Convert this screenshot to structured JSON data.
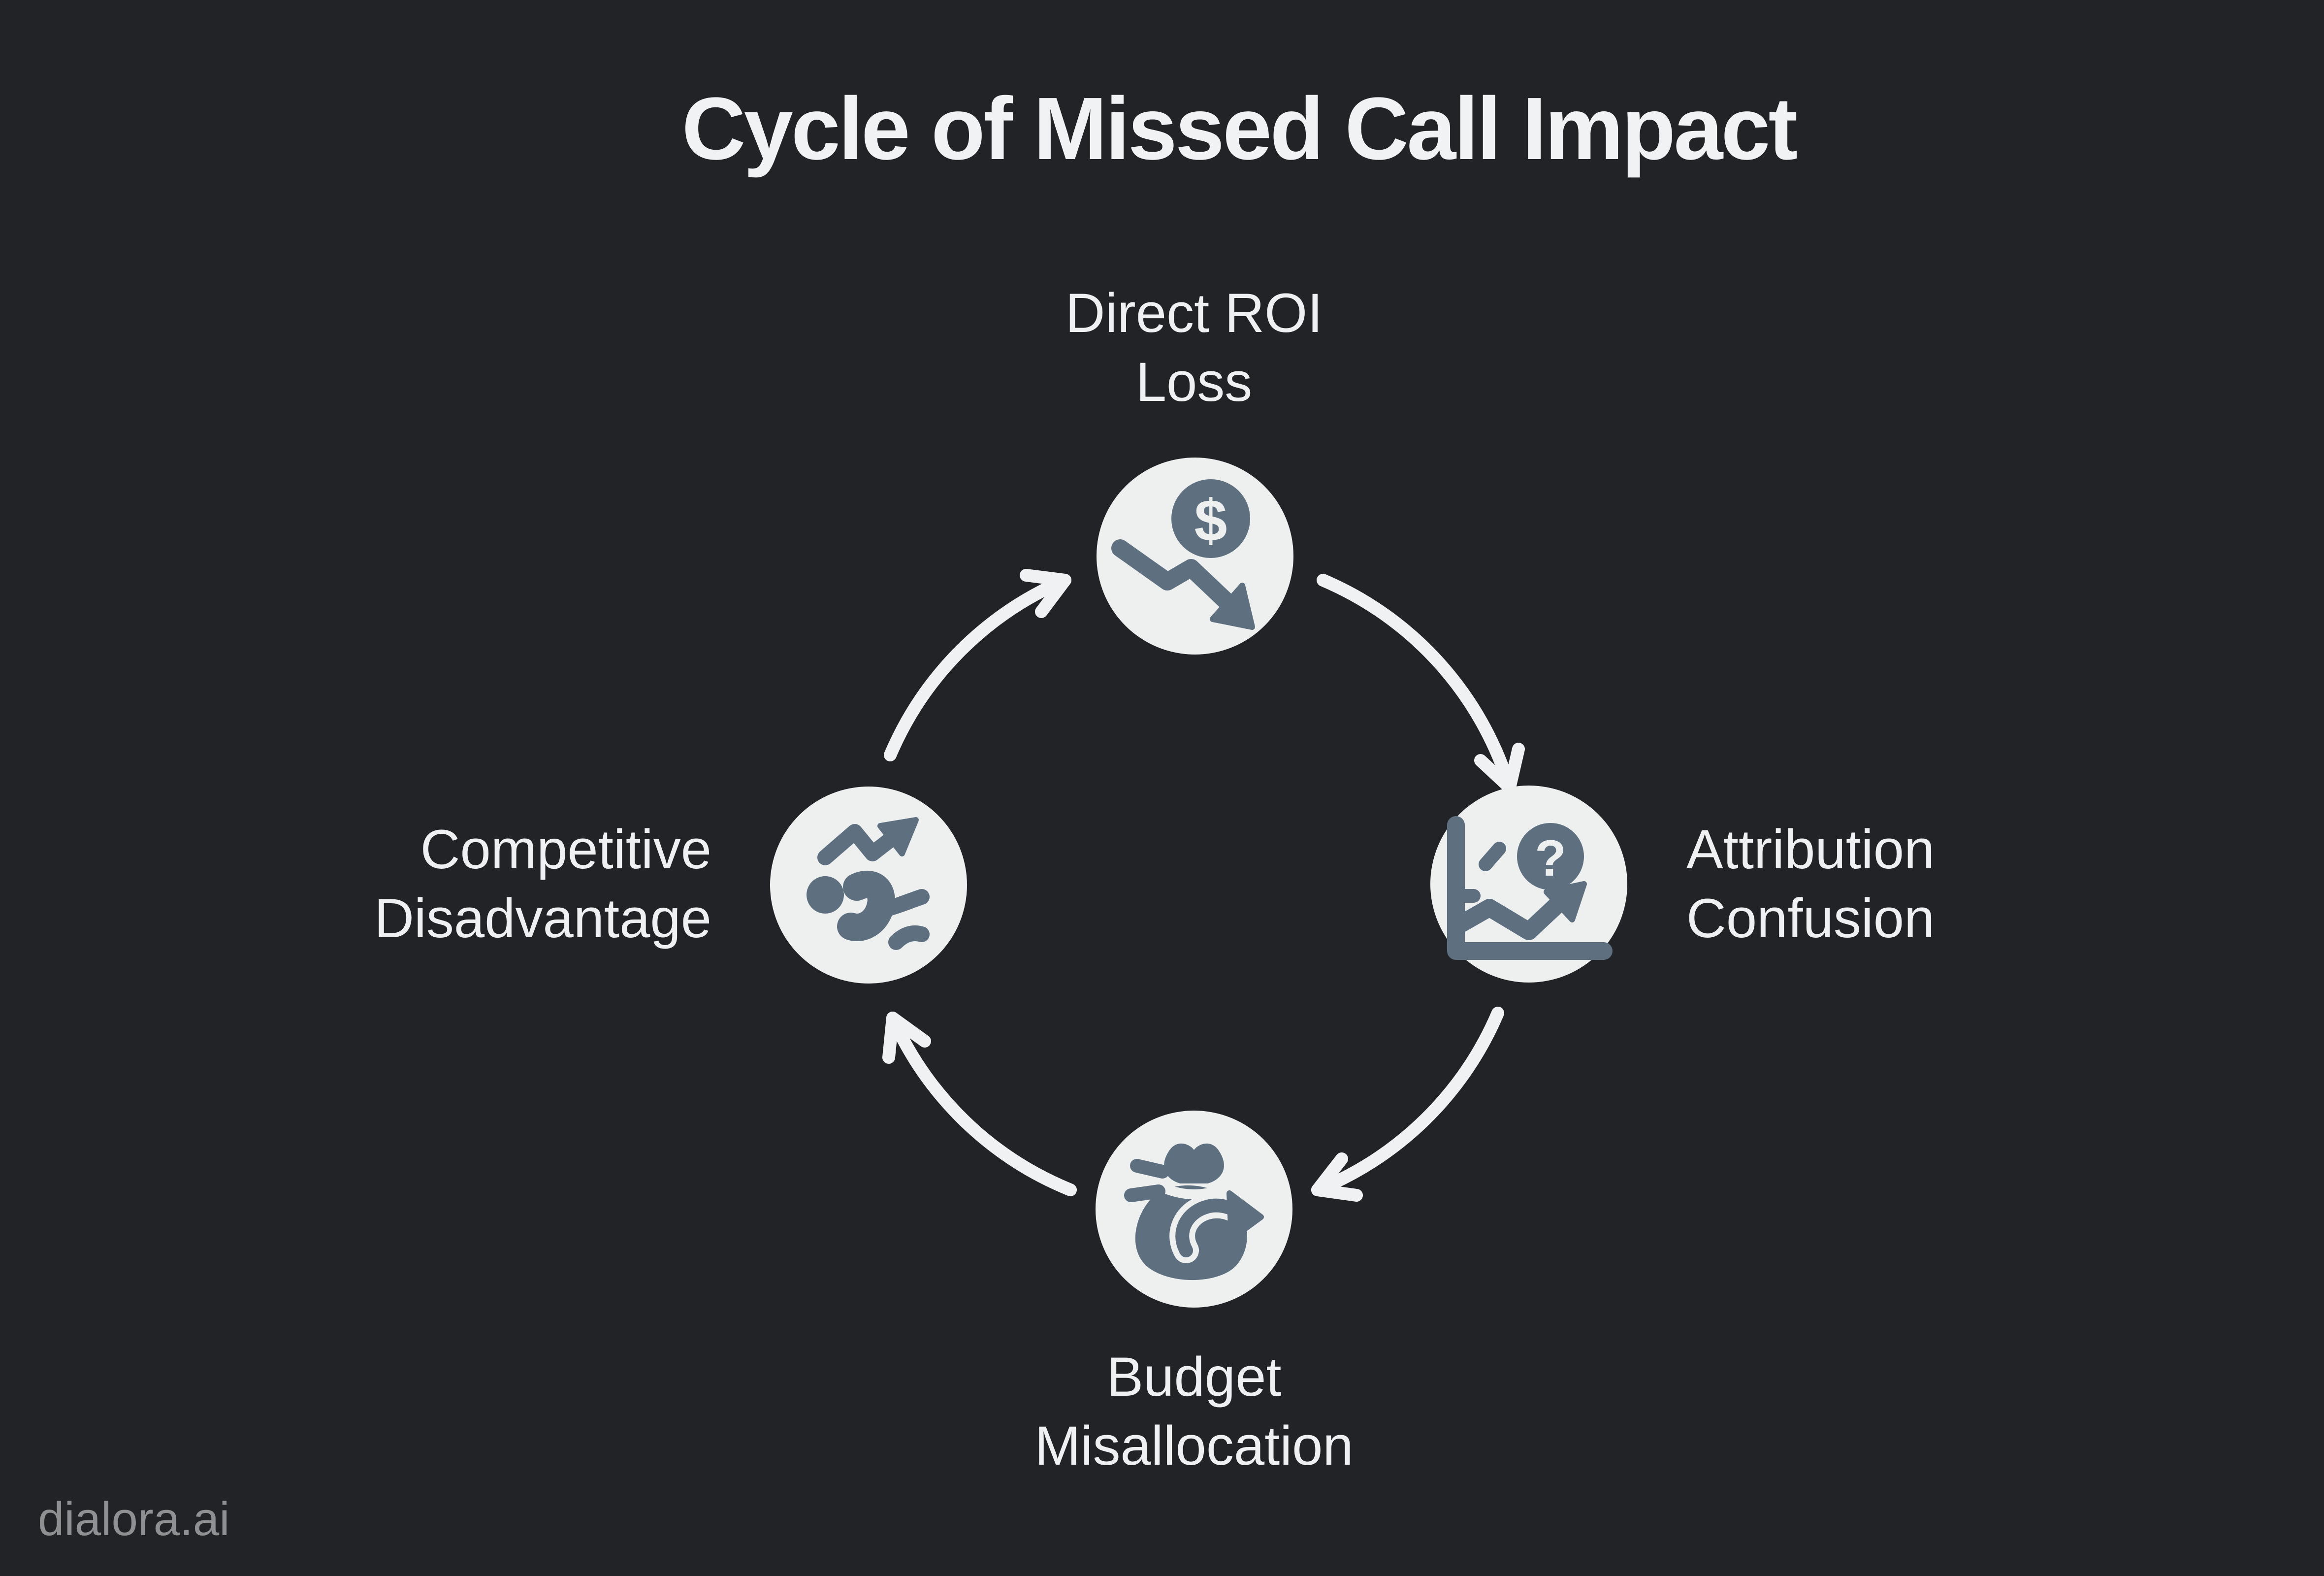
{
  "title": "Cycle of Missed Call Impact",
  "watermark": "dialora.ai",
  "colors": {
    "background": "#222327",
    "node_fill": "#eef0f0",
    "icon": "#5e7080",
    "heading_text": "#f1f2f3",
    "label_text": "#eef0f1",
    "arrow": "#f0f1f2",
    "watermark_text": "#8e9092"
  },
  "cycle": {
    "direction": "clockwise",
    "nodes": [
      {
        "position": "top",
        "label_line1": "Direct ROI",
        "label_line2": "Loss",
        "icon": "money-trend-down-icon",
        "glyph": "$"
      },
      {
        "position": "right",
        "label_line1": "Attribution",
        "label_line2": "Confusion",
        "icon": "chart-question-icon",
        "glyph": "?"
      },
      {
        "position": "bottom",
        "label_line1": "Budget",
        "label_line2": "Misallocation",
        "icon": "money-bag-arrow-icon"
      },
      {
        "position": "left",
        "label_line1": "Competitive",
        "label_line2": "Disadvantage",
        "icon": "falling-person-trend-icon"
      }
    ]
  }
}
